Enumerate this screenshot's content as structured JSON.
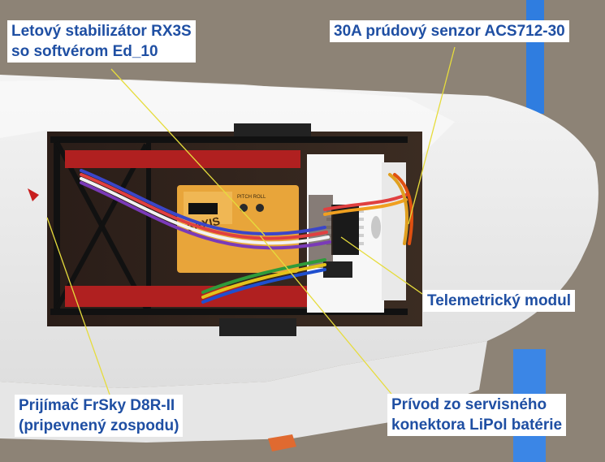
{
  "labels": {
    "stabilizer": [
      "Letový stabilizátor RX3S",
      "so softvérom Ed_10"
    ],
    "current_sensor": "30A prúdový senzor ACS712-30",
    "telemetry_module": "Telemetrický modul",
    "receiver": [
      "Prijímač FrSky D8R-II",
      "(pripevnený zospodu)"
    ],
    "lipo_lead": [
      "Prívod zo servisného",
      "konektora LiPol batérie"
    ]
  },
  "board_markings": {
    "stabilizer_brand": "3AXIS",
    "stabilizer_pins": "PITCH ROLL"
  },
  "colors": {
    "label_text": "#1f4fa3",
    "leader_line": "#e6dc3c",
    "foam": "#eeeeee",
    "tape_blue": "#2f7de0",
    "stabilizer_board": "#e8a53a"
  }
}
